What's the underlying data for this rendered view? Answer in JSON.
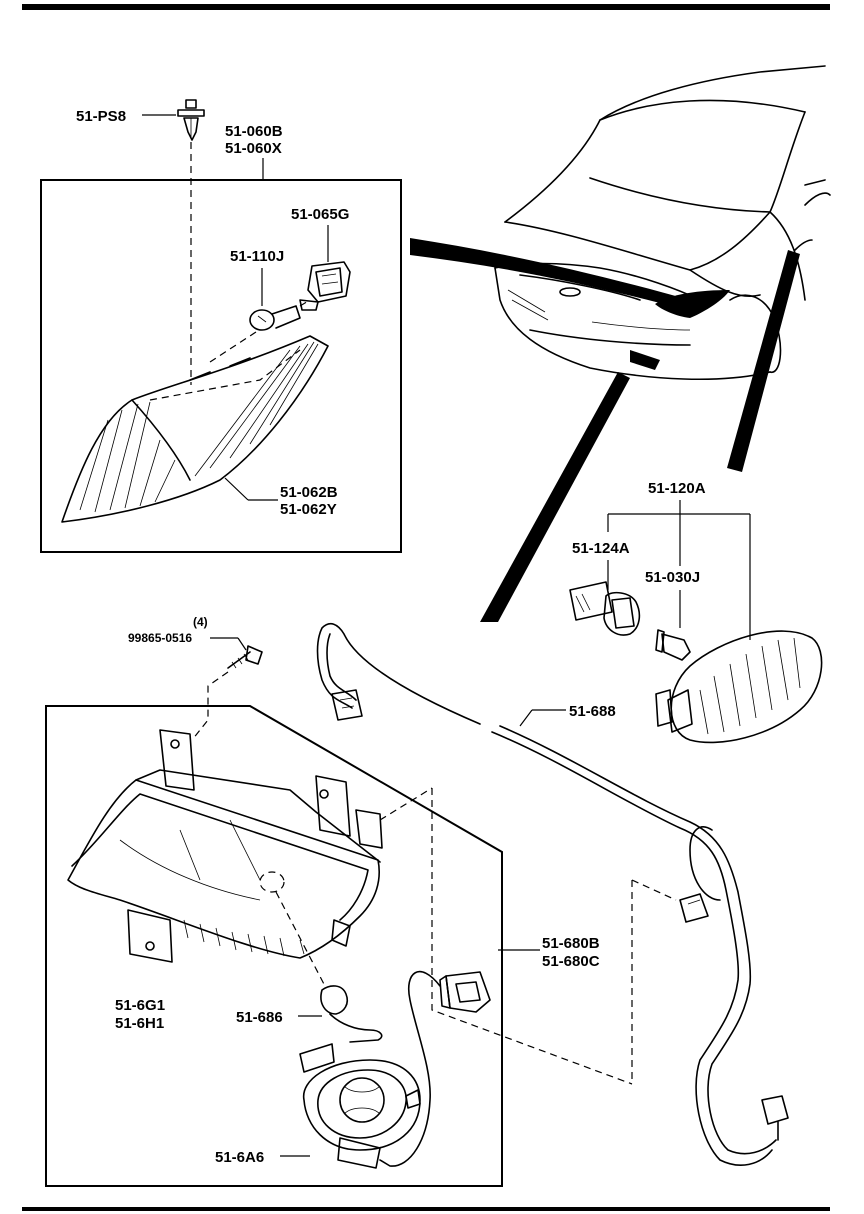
{
  "labels": {
    "ps8": "51-PS8",
    "corner_lamp_b": "51-060B",
    "corner_lamp_x": "51-060X",
    "socket_065g": "51-065G",
    "bulb_110j": "51-110J",
    "lens_b": "51-062B",
    "lens_y": "51-062Y",
    "side_lamp": "51-120A",
    "socket_124a": "51-124A",
    "bulb_030j": "51-030J",
    "screw_qty": "(4)",
    "screw": "99865-0516",
    "harness": "51-688",
    "fog_lamp_b": "51-680B",
    "fog_lamp_c": "51-680C",
    "bracket_g1": "51-6G1",
    "bracket_h1": "51-6H1",
    "bulb_686": "51-686",
    "cover_6a6": "51-6A6"
  }
}
